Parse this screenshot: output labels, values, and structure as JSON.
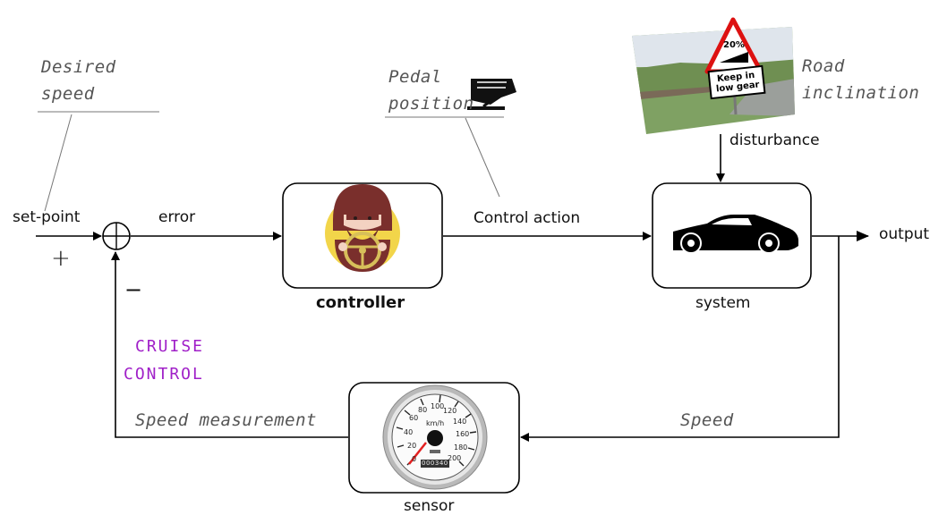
{
  "labels": {
    "desired_speed_line1": "Desired",
    "desired_speed_line2": "speed",
    "pedal_line1": "Pedal",
    "pedal_line2": "position",
    "road_line1": "Road",
    "road_line2": "inclination",
    "set_point": "set-point",
    "plus_sign": "+",
    "minus_sign": "−",
    "error": "error",
    "control_action": "Control action",
    "disturbance": "disturbance",
    "output": "output",
    "controller": "controller",
    "system": "system",
    "sensor": "sensor",
    "speed": "Speed",
    "speed_measurement": "Speed measurement",
    "cruise_line1": "CRUISE",
    "cruise_line2": "CONTROL"
  },
  "road_sign": {
    "grade": "20%",
    "line1": "Keep in",
    "line2": "low gear"
  },
  "speedometer": {
    "unit": "km/h",
    "ticks": [
      "0",
      "20",
      "40",
      "60",
      "80",
      "100",
      "120",
      "140",
      "160",
      "180",
      "200"
    ],
    "odometer": "000340"
  },
  "icons": {
    "controller": "driver-with-steering-wheel-icon",
    "system": "car-silhouette-icon",
    "sensor": "speedometer-icon",
    "pedal": "foot-on-pedal-icon",
    "road": "road-sign-photo"
  },
  "colors": {
    "line": "#000000",
    "annotation": "#555555",
    "cruise_text": "#a020c8",
    "driver_background": "#f2d54a"
  }
}
